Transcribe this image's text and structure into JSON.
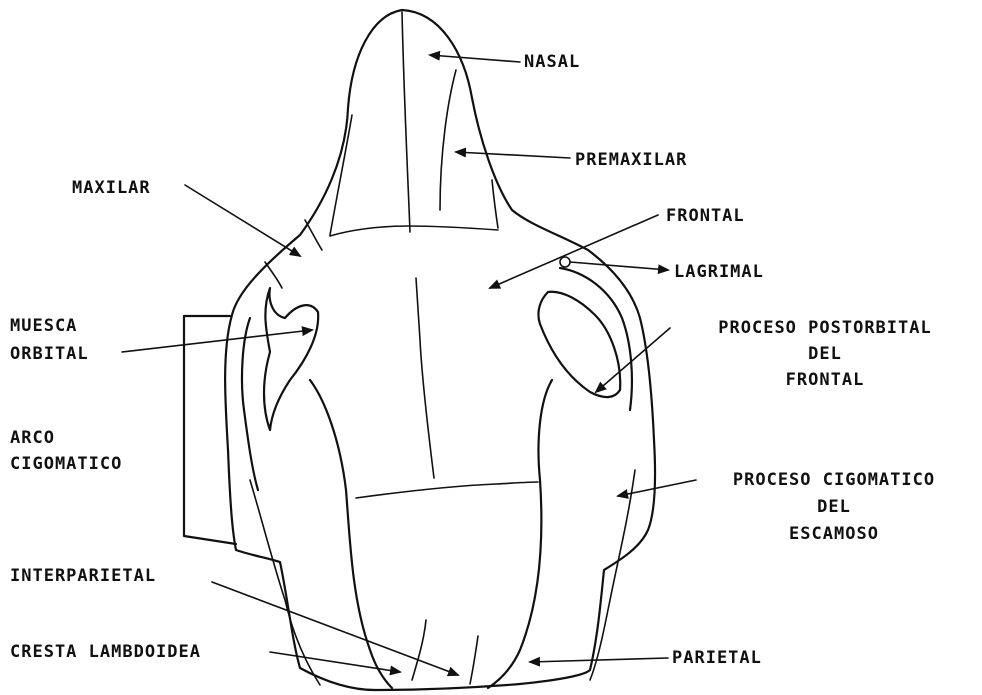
{
  "labels": {
    "nasal": "NASAL",
    "premaxilar": "PREMAXILAR",
    "maxilar": "MAXILAR",
    "frontal": "FRONTAL",
    "lagrimal": "LAGRIMAL",
    "muesca_orbital": [
      "MUESCA",
      "ORBITAL"
    ],
    "proceso_postorbital": [
      "PROCESO POSTORBITAL",
      "DEL",
      "FRONTAL"
    ],
    "arco_cigomatico": [
      "ARCO",
      "CIGOMATICO"
    ],
    "proceso_cigomatico": [
      "PROCESO CIGOMATICO",
      "DEL",
      "ESCAMOSO"
    ],
    "interparietal": "INTERPARIETAL",
    "cresta_lambdoidea": "CRESTA LAMBDOIDEA",
    "parietal": "PARIETAL"
  }
}
